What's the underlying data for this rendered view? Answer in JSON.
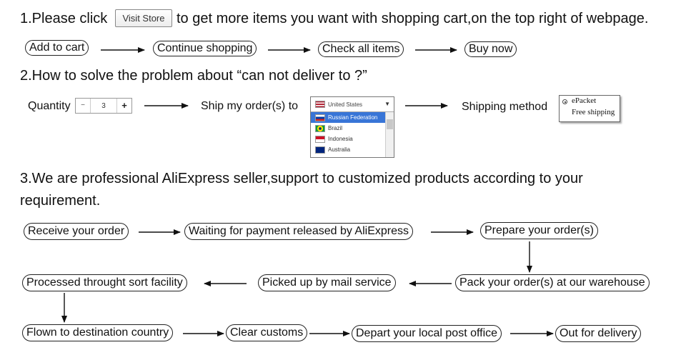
{
  "section1": {
    "prefix": "1.Please click",
    "button": "Visit Store",
    "suffix": "to get more items you want with shopping cart,on the top right of webpage.",
    "steps": [
      "Add to cart",
      "Continue shopping",
      "Check all items",
      "Buy now"
    ]
  },
  "section2": {
    "title": "2.How to solve the problem about “can not deliver to ?”",
    "quantity_label": "Quantity",
    "quantity": {
      "minus": "−",
      "value": "3",
      "plus": "+"
    },
    "ship_label": "Ship my order(s) to",
    "ship_selected": "United States",
    "countries": [
      {
        "name": "Russian Federation",
        "selected": true
      },
      {
        "name": "Brazil",
        "selected": false
      },
      {
        "name": "Indonesia",
        "selected": false
      },
      {
        "name": "Australia",
        "selected": false
      }
    ],
    "method_label": "Shipping method",
    "method_line1": "ePacket",
    "method_line2": "Free shipping"
  },
  "section3": {
    "title_line1": "3.We are professional AliExpress seller,support to customized products according to your",
    "title_line2": "requirement.",
    "flow": [
      "Receive your order",
      "Waiting for payment released by AliExpress",
      "Prepare your order(s)",
      "Pack your order(s) at our warehouse",
      "Picked up by mail service",
      "Processed throught sort facility",
      "Flown to destination country",
      "Clear customs",
      "Depart your local post office",
      "Out for delivery"
    ]
  },
  "colors": {
    "line": "#111111",
    "select_highlight": "#3875d7"
  }
}
